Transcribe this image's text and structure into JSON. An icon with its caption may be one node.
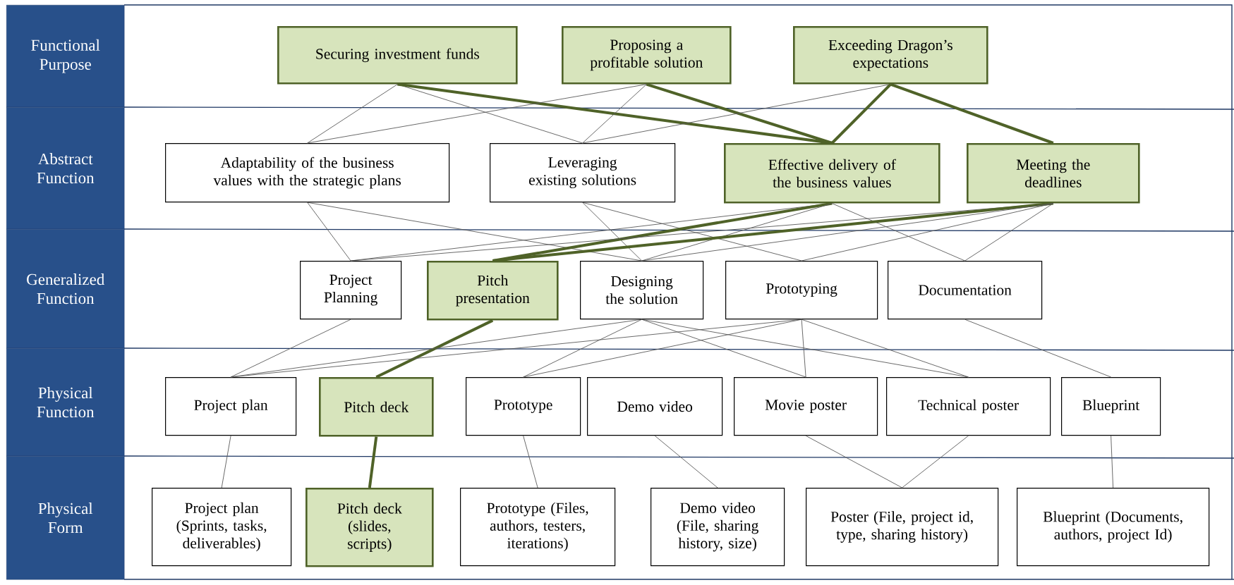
{
  "diagram": {
    "nodes": [
      {
        "text": [
          "Functional Purpose"
        ]
      },
      {
        "text": [
          "Abstract Function"
        ]
      },
      {
        "text": [
          "Generalized Function"
        ]
      },
      {
        "text": [
          "Physical Function"
        ]
      },
      {
        "text": [
          "Physical Form"
        ]
      },
      {
        "text": [
          "Securing investment funds"
        ]
      },
      {
        "text": [
          "Proposing a profitable solution"
        ]
      },
      {
        "text": [
          "Exceeding Dragon’s expectations"
        ]
      },
      {
        "text": [
          "Adaptability of the business values with the strategic plans"
        ]
      },
      {
        "text": [
          "Leveraging existing solutions"
        ]
      },
      {
        "text": [
          "Effective delivery of the business values"
        ]
      },
      {
        "text": [
          "Meeting the deadlines"
        ]
      },
      {
        "text": [
          "Project Planning"
        ]
      },
      {
        "text": [
          "Pitch presentation"
        ]
      },
      {
        "text": [
          "Designing the solution"
        ]
      },
      {
        "text": [
          "Prototyping"
        ]
      },
      {
        "text": [
          "Documentation"
        ]
      },
      {
        "text": [
          "Project plan"
        ]
      },
      {
        "text": [
          "Pitch deck"
        ]
      },
      {
        "text": [
          "Prototype"
        ]
      },
      {
        "text": [
          "Demo video"
        ]
      },
      {
        "text": [
          "Movie poster"
        ]
      },
      {
        "text": [
          "Technical poster"
        ]
      },
      {
        "text": [
          "Blueprint"
        ]
      },
      {
        "text": [
          "Project plan (Sprints, tasks, deliverables)"
        ]
      },
      {
        "text": [
          "Pitch deck (slides, scripts)"
        ]
      },
      {
        "text": [
          "Prototype (Files, authors, testers, iterations)"
        ]
      },
      {
        "text": [
          "Demo video (File, sharing history, size)"
        ]
      },
      {
        "text": [
          "Poster (File, project id, type, sharing history)"
        ]
      },
      {
        "text": [
          "Blueprint (Documents, authors, project Id)"
        ]
      }
    ],
    "edges": [
      {
        "from": 5,
        "to": 8,
        "arrow": "none"
      },
      {
        "from": 5,
        "to": 9,
        "arrow": "none"
      },
      {
        "from": 5,
        "to": 10,
        "arrow": "none",
        "style": "thick",
        "color": "#4f6228"
      },
      {
        "from": 6,
        "to": 8,
        "arrow": "none"
      },
      {
        "from": 6,
        "to": 9,
        "arrow": "none"
      },
      {
        "from": 6,
        "to": 10,
        "arrow": "none",
        "style": "thick",
        "color": "#4f6228"
      },
      {
        "from": 7,
        "to": 9,
        "arrow": "none"
      },
      {
        "from": 7,
        "to": 10,
        "arrow": "none",
        "style": "thick",
        "color": "#4f6228"
      },
      {
        "from": 7,
        "to": 11,
        "arrow": "none",
        "style": "thick",
        "color": "#4f6228"
      },
      {
        "from": 8,
        "to": 12,
        "arrow": "none"
      },
      {
        "from": 8,
        "to": 14,
        "arrow": "none"
      },
      {
        "from": 9,
        "to": 14,
        "arrow": "none"
      },
      {
        "from": 9,
        "to": 15,
        "arrow": "none"
      },
      {
        "from": 10,
        "to": 12,
        "arrow": "none"
      },
      {
        "from": 10,
        "to": 13,
        "arrow": "none",
        "style": "thick",
        "color": "#4f6228"
      },
      {
        "from": 10,
        "to": 14,
        "arrow": "none"
      },
      {
        "from": 10,
        "to": 16,
        "arrow": "none"
      },
      {
        "from": 11,
        "to": 12,
        "arrow": "none"
      },
      {
        "from": 11,
        "to": 13,
        "arrow": "none",
        "style": "thick",
        "color": "#4f6228"
      },
      {
        "from": 11,
        "to": 14,
        "arrow": "none"
      },
      {
        "from": 11,
        "to": 15,
        "arrow": "none"
      },
      {
        "from": 11,
        "to": 16,
        "arrow": "none"
      },
      {
        "from": 12,
        "to": 17,
        "arrow": "none"
      },
      {
        "from": 13,
        "to": 18,
        "arrow": "none",
        "style": "thick",
        "color": "#4f6228"
      },
      {
        "from": 14,
        "to": 17,
        "arrow": "none"
      },
      {
        "from": 14,
        "to": 19,
        "arrow": "none"
      },
      {
        "from": 14,
        "to": 21,
        "arrow": "none"
      },
      {
        "from": 14,
        "to": 22,
        "arrow": "none"
      },
      {
        "from": 15,
        "to": 17,
        "arrow": "none"
      },
      {
        "from": 15,
        "to": 19,
        "arrow": "none"
      },
      {
        "from": 15,
        "to": 21,
        "arrow": "none"
      },
      {
        "from": 15,
        "to": 22,
        "arrow": "none"
      },
      {
        "from": 16,
        "to": 23,
        "arrow": "none"
      },
      {
        "from": 17,
        "to": 24,
        "arrow": "none"
      },
      {
        "from": 18,
        "to": 25,
        "arrow": "none",
        "style": "thick",
        "color": "#4f6228"
      },
      {
        "from": 19,
        "to": 26,
        "arrow": "none"
      },
      {
        "from": 20,
        "to": 27,
        "arrow": "none"
      },
      {
        "from": 21,
        "to": 28,
        "arrow": "none"
      },
      {
        "from": 22,
        "to": 28,
        "arrow": "none"
      },
      {
        "from": 23,
        "to": 29,
        "arrow": "none"
      }
    ]
  }
}
